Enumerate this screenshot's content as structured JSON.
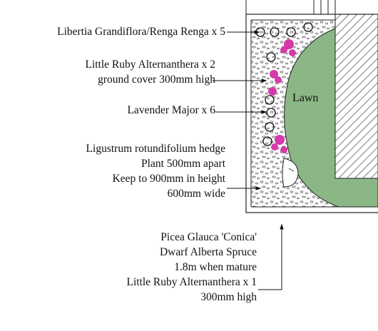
{
  "labels": {
    "libertia": "Libertia Grandiflora/Renga Renga x 5",
    "ruby_1": "Little Ruby Alternanthera x 2",
    "ruby_2": "ground cover 300mm high",
    "lavender": "Lavender Major x 6",
    "hedge_1": "Ligustrum rotundifolium hedge",
    "hedge_2": "Plant 500mm apart",
    "hedge_3": "Keep to 900mm in height",
    "hedge_4": "600mm wide",
    "spruce_1": "Picea Glauca 'Conica'",
    "spruce_2": "Dwarf Alberta Spruce",
    "spruce_3": "1.8m when mature",
    "spruce_4": "Little Ruby Alternanthera x 1",
    "spruce_5": "300mm high"
  },
  "lawn_label": "Lawn",
  "colors": {
    "lawn": "#8bb685",
    "flower": "#d63aaa",
    "line": "#222222"
  }
}
